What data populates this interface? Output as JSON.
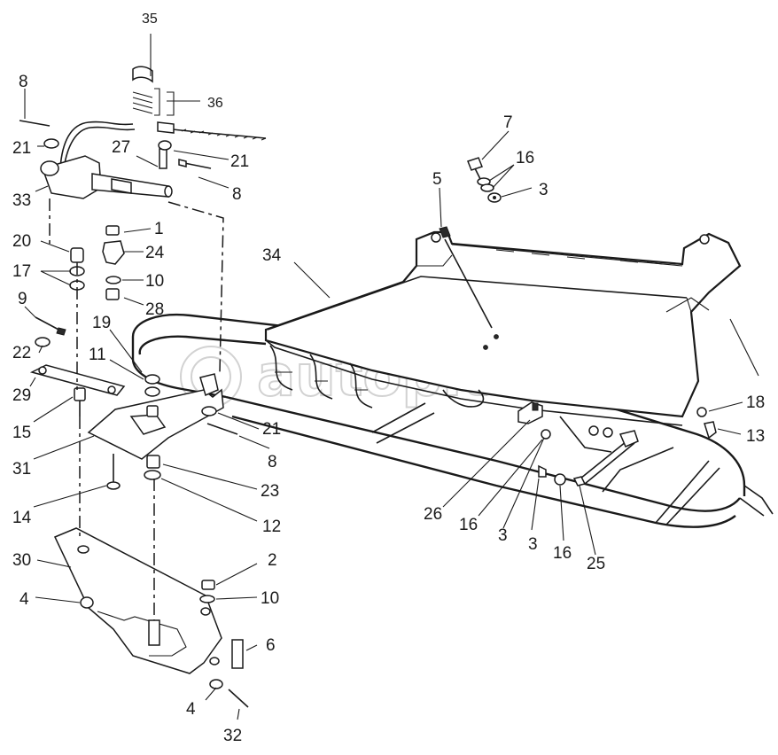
{
  "watermark": "autopiter.ru",
  "callouts": [
    {
      "id": "c35",
      "text": "35"
    },
    {
      "id": "c36",
      "text": "36"
    },
    {
      "id": "c8a",
      "text": "8"
    },
    {
      "id": "c21a",
      "text": "21"
    },
    {
      "id": "c27",
      "text": "27"
    },
    {
      "id": "c21b",
      "text": "21"
    },
    {
      "id": "c8b",
      "text": "8"
    },
    {
      "id": "c33",
      "text": "33"
    },
    {
      "id": "c1",
      "text": "1"
    },
    {
      "id": "c24",
      "text": "24"
    },
    {
      "id": "c10a",
      "text": "10"
    },
    {
      "id": "c28",
      "text": "28"
    },
    {
      "id": "c20",
      "text": "20"
    },
    {
      "id": "c17",
      "text": "17"
    },
    {
      "id": "c9",
      "text": "9"
    },
    {
      "id": "c19",
      "text": "19"
    },
    {
      "id": "c22",
      "text": "22"
    },
    {
      "id": "c11",
      "text": "11"
    },
    {
      "id": "c29",
      "text": "29"
    },
    {
      "id": "c15",
      "text": "15"
    },
    {
      "id": "c21c",
      "text": "21"
    },
    {
      "id": "c8c",
      "text": "8"
    },
    {
      "id": "c31",
      "text": "31"
    },
    {
      "id": "c23",
      "text": "23"
    },
    {
      "id": "c14",
      "text": "14"
    },
    {
      "id": "c12",
      "text": "12"
    },
    {
      "id": "c30",
      "text": "30"
    },
    {
      "id": "c2",
      "text": "2"
    },
    {
      "id": "c10b",
      "text": "10"
    },
    {
      "id": "c4a",
      "text": "4"
    },
    {
      "id": "c6",
      "text": "6"
    },
    {
      "id": "c4b",
      "text": "4"
    },
    {
      "id": "c32",
      "text": "32"
    },
    {
      "id": "c7",
      "text": "7"
    },
    {
      "id": "c16a",
      "text": "16"
    },
    {
      "id": "c5",
      "text": "5"
    },
    {
      "id": "c3a",
      "text": "3"
    },
    {
      "id": "c34",
      "text": "34"
    },
    {
      "id": "c18",
      "text": "18"
    },
    {
      "id": "c13",
      "text": "13"
    },
    {
      "id": "c26",
      "text": "26"
    },
    {
      "id": "c16b",
      "text": "16"
    },
    {
      "id": "c3b",
      "text": "3"
    },
    {
      "id": "c3c",
      "text": "3"
    },
    {
      "id": "c16c",
      "text": "16"
    },
    {
      "id": "c25",
      "text": "25"
    }
  ]
}
